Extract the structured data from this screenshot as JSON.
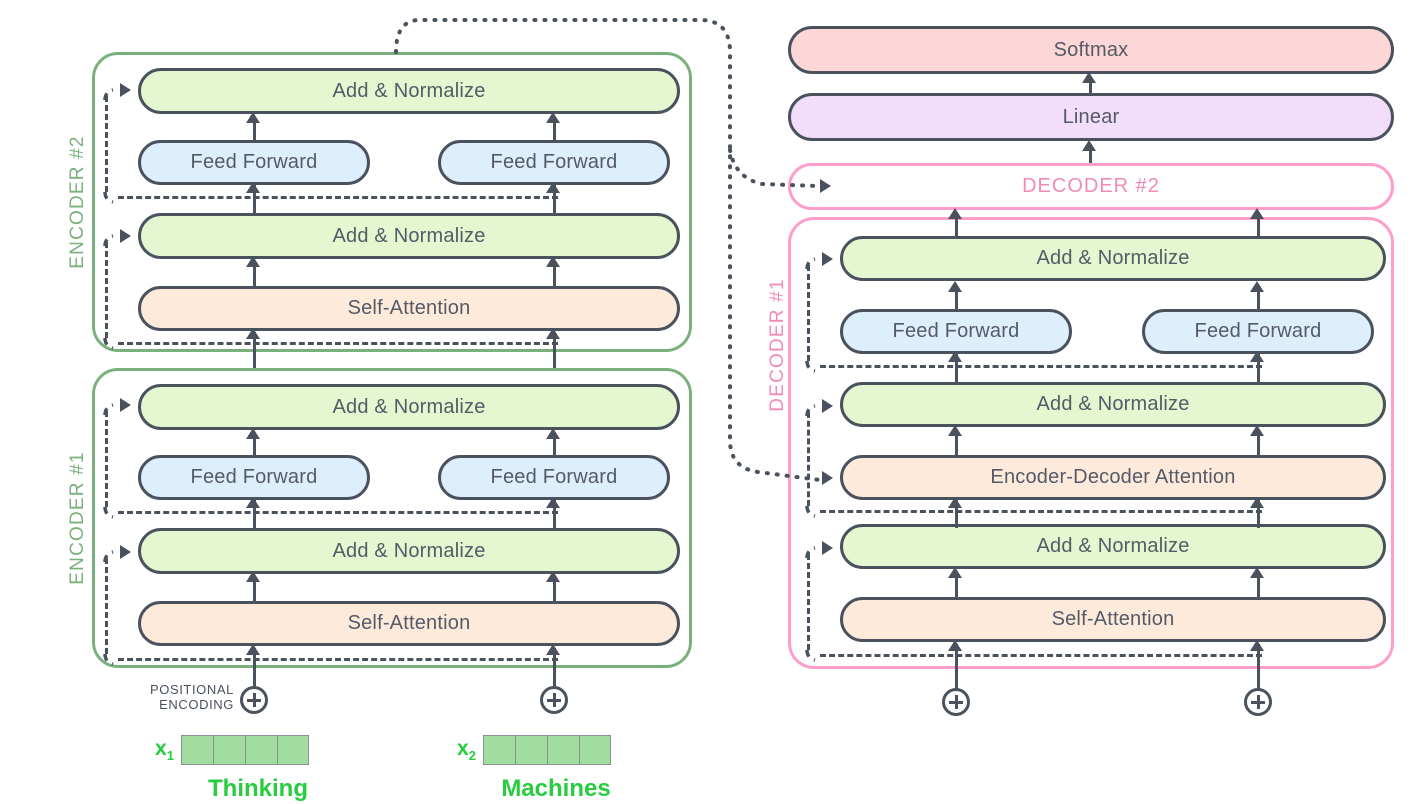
{
  "diagram": {
    "title": "Transformer encoder-decoder architecture",
    "colors": {
      "add_norm_fill": "#e4f7d0",
      "feed_forward_fill": "#ddeefc",
      "attention_fill": "#fdeadb",
      "softmax_fill": "#fdd6d7",
      "linear_fill": "#f2ddfa",
      "encoder_border": "#7ab07c",
      "decoder_border": "#ff9ecb",
      "stroke": "#4a525e",
      "word_green": "#27cc3f",
      "vector_cell": "#a0dd9e"
    }
  },
  "encoder_stack": {
    "blocks": [
      {
        "label": "ENCODER #2",
        "layers": {
          "add_norm_top": "Add & Normalize",
          "feed_forward_left": "Feed Forward",
          "feed_forward_right": "Feed Forward",
          "add_norm_bottom": "Add & Normalize",
          "attention": "Self-Attention"
        }
      },
      {
        "label": "ENCODER #1",
        "layers": {
          "add_norm_top": "Add & Normalize",
          "feed_forward_left": "Feed Forward",
          "feed_forward_right": "Feed Forward",
          "add_norm_bottom": "Add & Normalize",
          "attention": "Self-Attention"
        }
      }
    ]
  },
  "inputs": {
    "positional_encoding_line1": "POSITIONAL",
    "positional_encoding_line2": "ENCODING",
    "plus_symbol": "+",
    "tokens": [
      {
        "vector_label": "x",
        "vector_sub": "1",
        "word": "Thinking",
        "cells": 4
      },
      {
        "vector_label": "x",
        "vector_sub": "2",
        "word": "Machines",
        "cells": 4
      }
    ]
  },
  "output_head": {
    "softmax": "Softmax",
    "linear": "Linear"
  },
  "decoder_stack": {
    "decoder2_label": "DECODER #2",
    "decoder1": {
      "label": "DECODER #1",
      "layers": {
        "add_norm_top": "Add & Normalize",
        "feed_forward_left": "Feed Forward",
        "feed_forward_right": "Feed Forward",
        "add_norm_mid": "Add & Normalize",
        "enc_dec_attention": "Encoder-Decoder Attention",
        "add_norm_bottom": "Add & Normalize",
        "self_attention": "Self-Attention"
      }
    }
  }
}
